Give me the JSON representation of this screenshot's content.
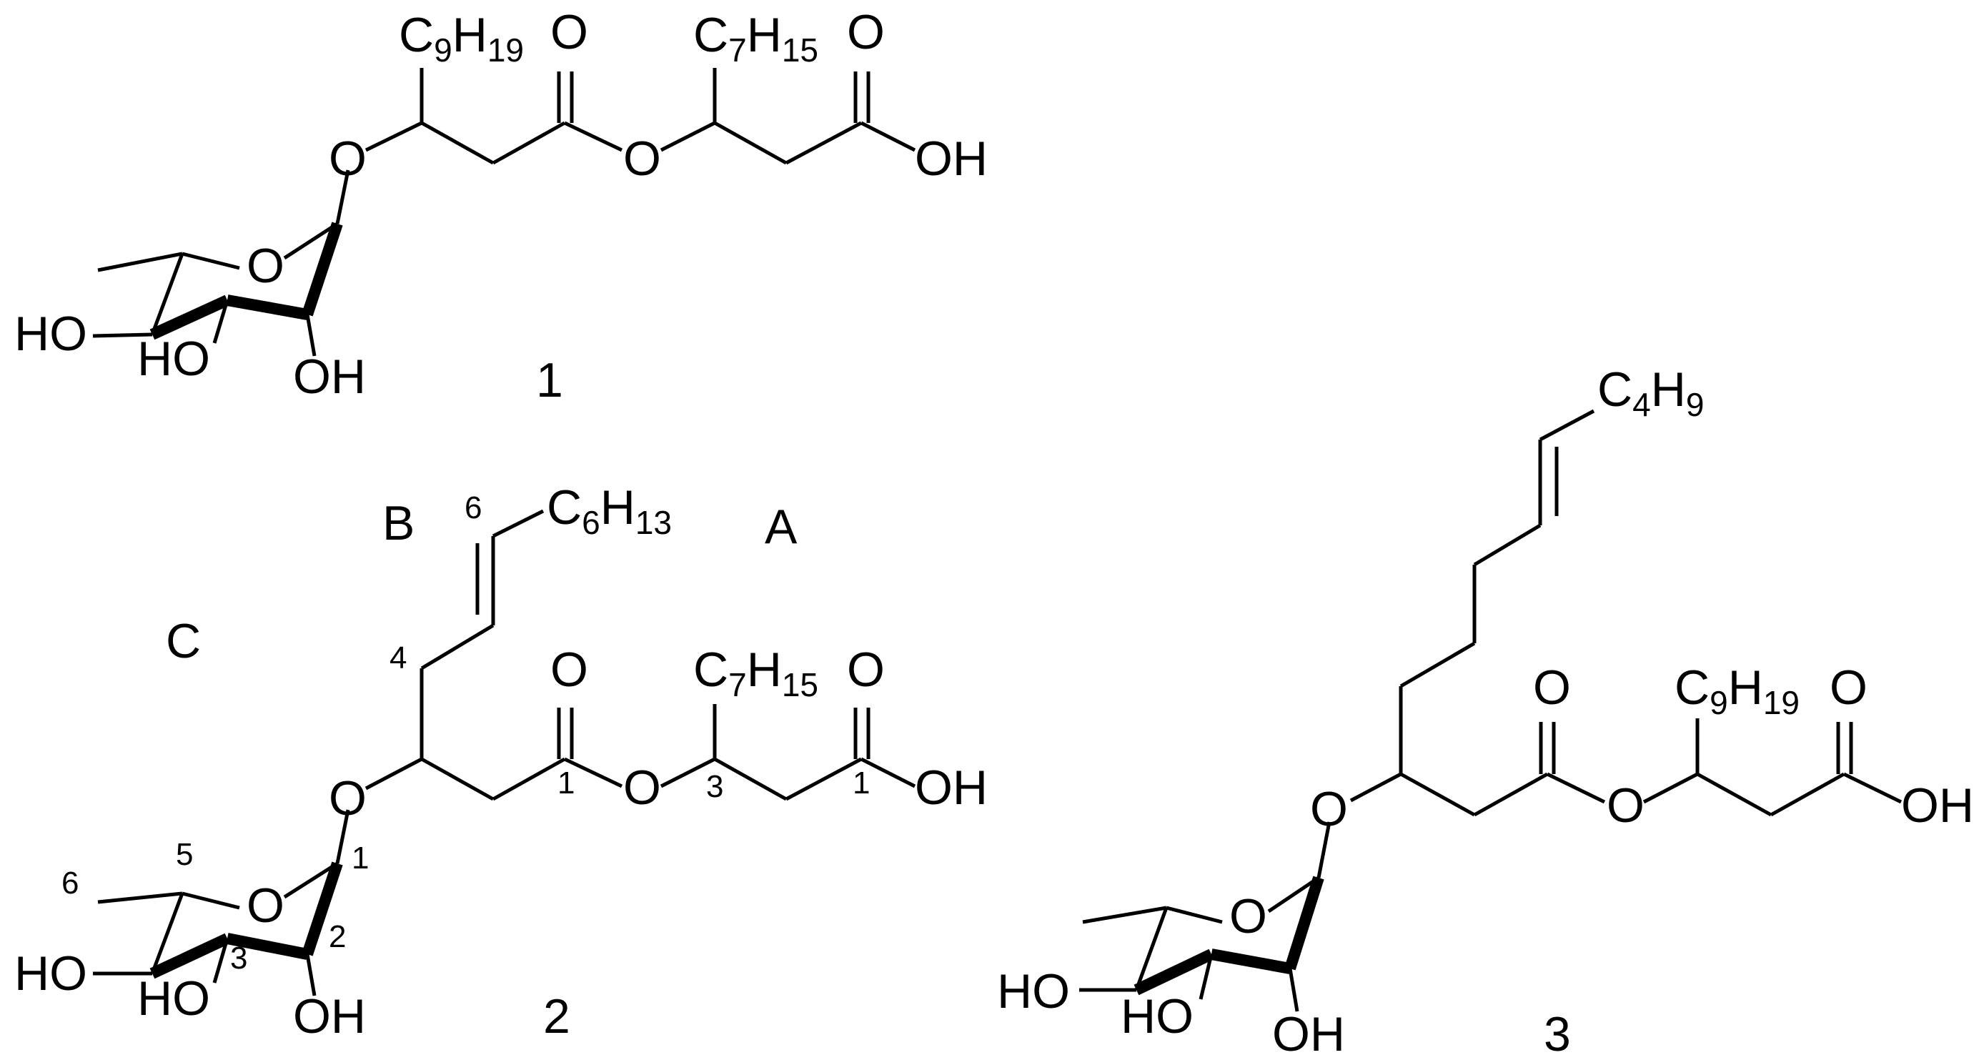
{
  "molecule_1": {
    "label": "1",
    "chain1": {
      "sym": "C",
      "sub1": "9",
      "h": "H",
      "sub2": "19"
    },
    "chain2": {
      "sym": "C",
      "sub1": "7",
      "h": "H",
      "sub2": "15"
    },
    "carbonyl1": "O",
    "carbonyl2": "O",
    "ester_o": "O",
    "glyco_o": "O",
    "ring_o": "O",
    "acid": "OH",
    "ho_left": "HO",
    "ho_mid": "HO",
    "oh_bottom": "OH"
  },
  "molecule_2": {
    "label": "2",
    "chain1": {
      "sym": "C",
      "sub1": "6",
      "h": "H",
      "sub2": "13"
    },
    "chain2": {
      "sym": "C",
      "sub1": "7",
      "h": "H",
      "sub2": "15"
    },
    "carbonyl1": "O",
    "carbonyl2": "O",
    "ester_o": "O",
    "glyco_o": "O",
    "ring_o": "O",
    "acid": "OH",
    "ho_left": "HO",
    "ho_mid": "HO",
    "oh_bottom": "OH",
    "ring_labels": {
      "a": "A",
      "b": "B",
      "c": "C"
    },
    "locants": {
      "c6": "6",
      "c4": "4",
      "c1a": "1",
      "c3": "3",
      "c1b": "1",
      "r1": "1",
      "r2": "2",
      "r3": "3",
      "r5": "5",
      "r6": "6"
    }
  },
  "molecule_3": {
    "label": "3",
    "chain1": {
      "sym": "C",
      "sub1": "4",
      "h": "H",
      "sub2": "9"
    },
    "chain2": {
      "sym": "C",
      "sub1": "9",
      "h": "H",
      "sub2": "19"
    },
    "carbonyl1": "O",
    "carbonyl2": "O",
    "ester_o": "O",
    "glyco_o": "O",
    "ring_o": "O",
    "acid": "OH",
    "ho_left": "HO",
    "ho_mid": "HO",
    "oh_bottom": "OH"
  }
}
